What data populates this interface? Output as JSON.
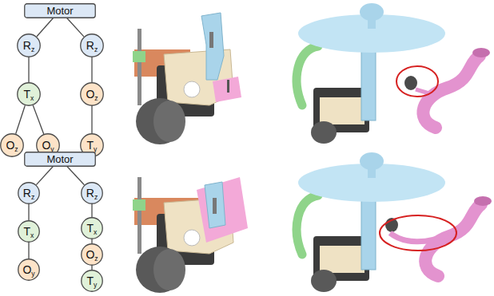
{
  "diagram": {
    "nodes": [
      {
        "text": [
          "Motor"
        ]
      },
      {
        "text": [
          "Rz"
        ]
      },
      {
        "text": [
          "Rz"
        ]
      },
      {
        "text": [
          "Tx"
        ]
      },
      {
        "text": [
          "Oz"
        ]
      },
      {
        "text": [
          "Oy"
        ]
      },
      {
        "text": [
          "Oz"
        ]
      },
      {
        "text": [
          "Ty"
        ]
      },
      {
        "text": [
          "Motor"
        ]
      },
      {
        "text": [
          "Rz"
        ]
      },
      {
        "text": [
          "Rz"
        ]
      },
      {
        "text": [
          "Tx"
        ]
      },
      {
        "text": [
          "Oy"
        ]
      },
      {
        "text": [
          "Tx"
        ]
      },
      {
        "text": [
          "Oz"
        ]
      },
      {
        "text": [
          "Ty"
        ]
      }
    ],
    "edges": [
      {
        "from": 0,
        "to": 1,
        "arrow": "none"
      },
      {
        "from": 0,
        "to": 2,
        "arrow": "none"
      },
      {
        "from": 1,
        "to": 3,
        "arrow": "none"
      },
      {
        "from": 3,
        "to": 4,
        "arrow": "none"
      },
      {
        "from": 3,
        "to": 5,
        "arrow": "none"
      },
      {
        "from": 2,
        "to": 6,
        "arrow": "none"
      },
      {
        "from": 6,
        "to": 7,
        "arrow": "none"
      },
      {
        "from": 8,
        "to": 9,
        "arrow": "none"
      },
      {
        "from": 8,
        "to": 10,
        "arrow": "none"
      },
      {
        "from": 9,
        "to": 11,
        "arrow": "none"
      },
      {
        "from": 11,
        "to": 12,
        "arrow": "none"
      },
      {
        "from": 10,
        "to": 13,
        "arrow": "none"
      },
      {
        "from": 13,
        "to": 14,
        "arrow": "none"
      },
      {
        "from": 14,
        "to": 15,
        "arrow": "none"
      }
    ]
  }
}
